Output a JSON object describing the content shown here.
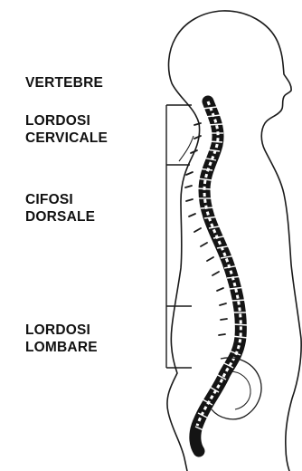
{
  "labels": {
    "title": "VERTEBRE",
    "cervical_line1": "LORDOSI",
    "cervical_line2": "CERVICALE",
    "dorsal_line1": "CIFOSI",
    "dorsal_line2": "DORSALE",
    "lumbar_line1": "LORDOSI",
    "lumbar_line2": "LOMBARE"
  }
}
